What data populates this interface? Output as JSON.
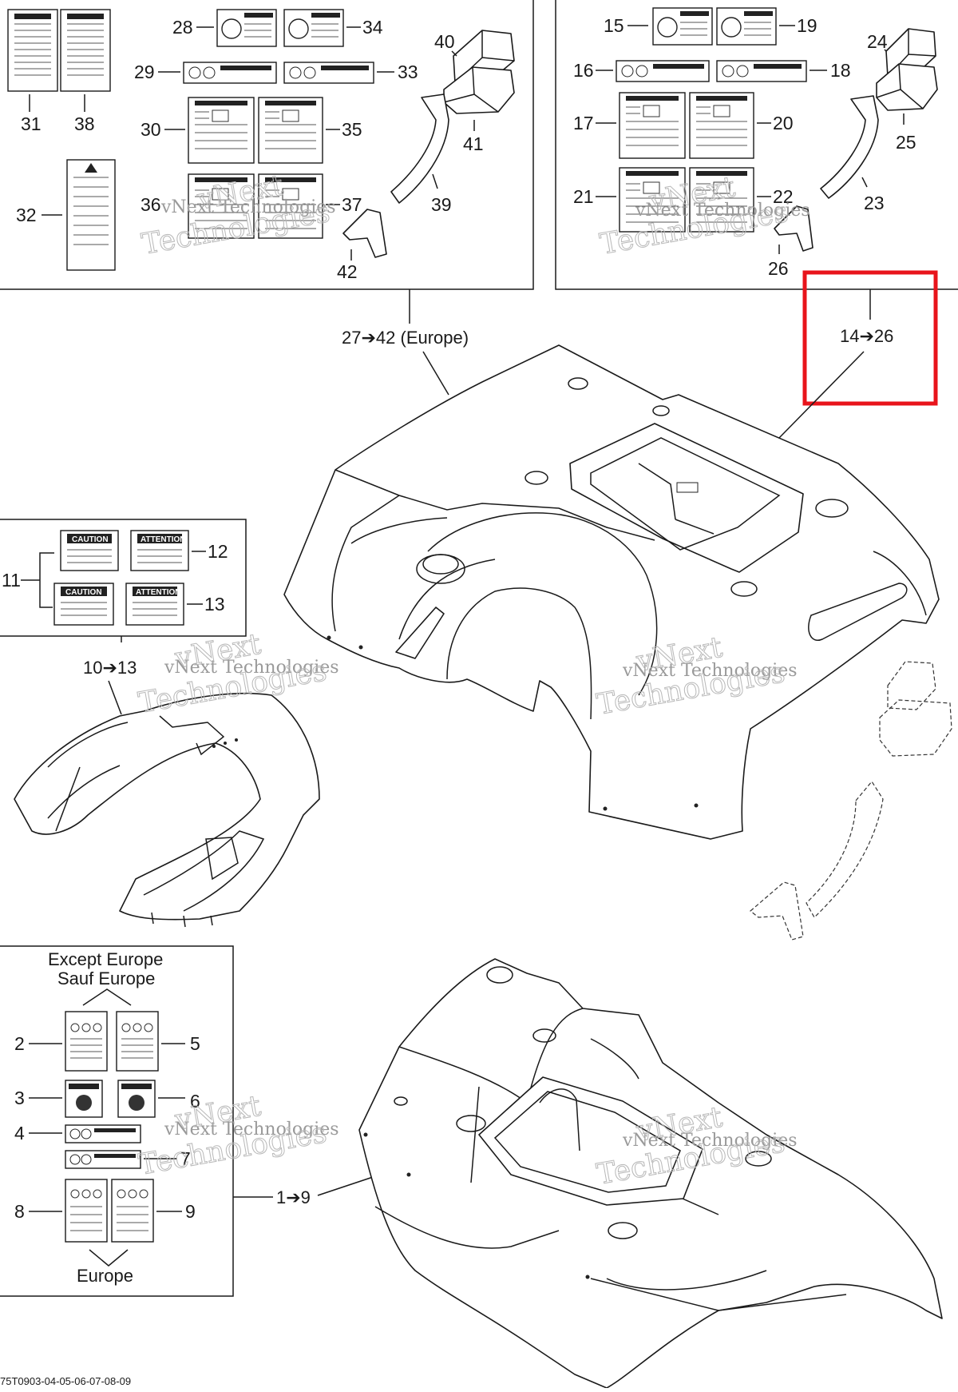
{
  "callouts": {
    "c31": "31",
    "c38": "38",
    "c32": "32",
    "c28": "28",
    "c34": "34",
    "c29": "29",
    "c33": "33",
    "c30": "30",
    "c35": "35",
    "c36": "36",
    "c37": "37",
    "c40": "40",
    "c41": "41",
    "c39": "39",
    "c42": "42",
    "c15": "15",
    "c19": "19",
    "c16": "16",
    "c18": "18",
    "c17": "17",
    "c20": "20",
    "c21": "21",
    "c22": "22",
    "c24": "24",
    "c25": "25",
    "c23": "23",
    "c26": "26",
    "c11": "11",
    "c12": "12",
    "c13": "13",
    "c2": "2",
    "c5": "5",
    "c3": "3",
    "c6": "6",
    "c4": "4",
    "c7": "7",
    "c8": "8",
    "c9": "9"
  },
  "ranges": {
    "europe_set": "27➔42 (Europe)",
    "highlight_set": "14➔26",
    "set_10_13": "10➔13",
    "set_1_9": "1➔9"
  },
  "labels": {
    "except_europe_en": "Except Europe",
    "except_europe_fr": "Sauf Europe",
    "europe": "Europe",
    "caution": "CAUTION",
    "attention": "ATTENTION"
  },
  "watermark": {
    "line1": "vNext Technologies",
    "big1": "vNext",
    "big2": "Technologies"
  },
  "footer_code": "75T0903-04-05-06-07-08-09",
  "colors": {
    "highlight": "#e8141b",
    "line": "#1a1a1a"
  }
}
